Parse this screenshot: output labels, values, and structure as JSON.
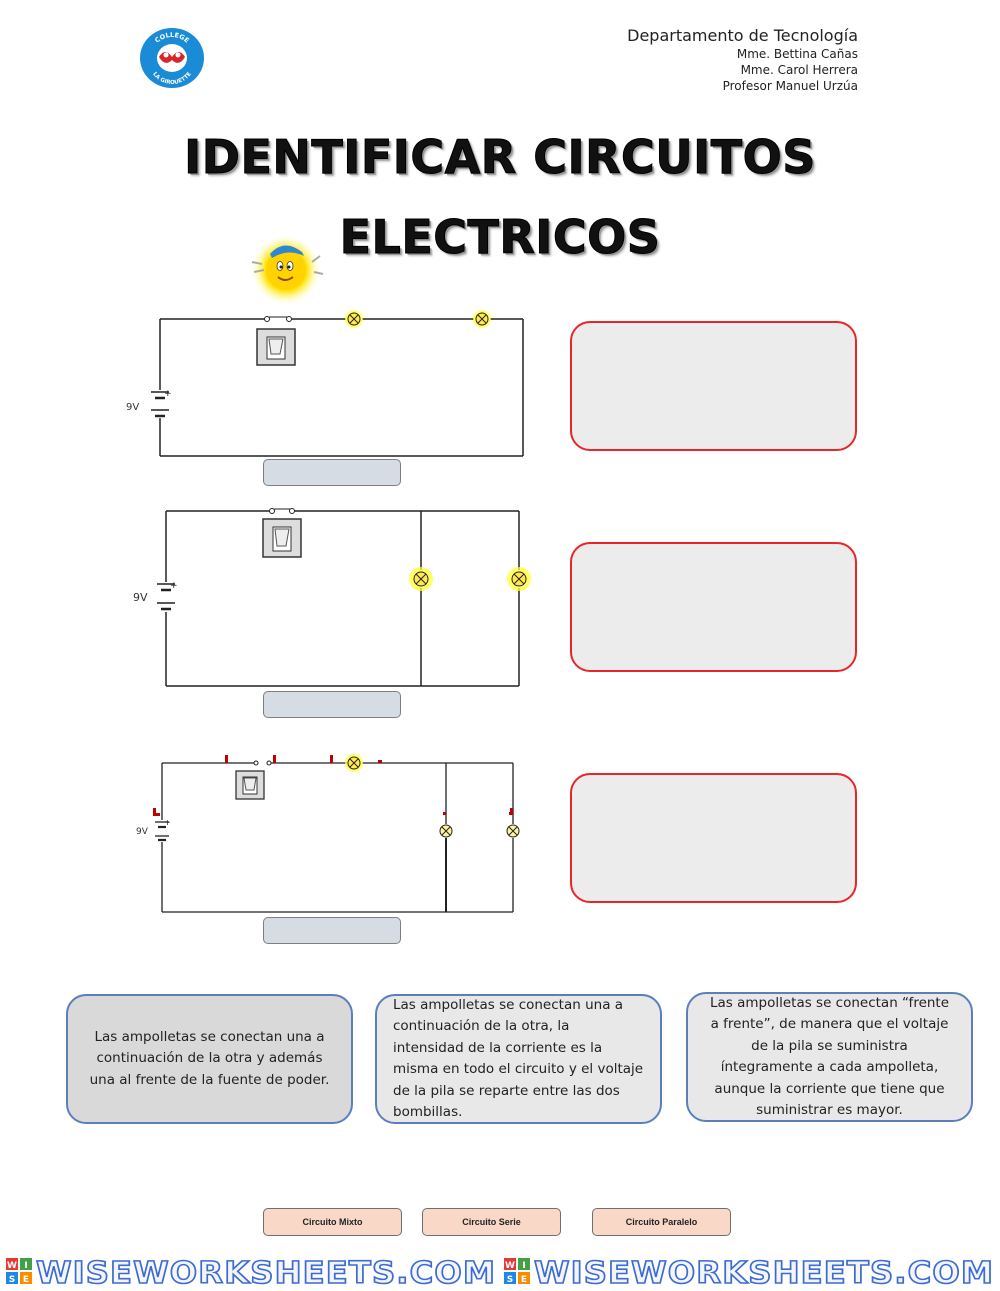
{
  "header": {
    "logo_top": "COLLEGE",
    "logo_bottom": "LA GIROUETTE",
    "department": "Departamento de Tecnología",
    "staff": [
      "Mme. Bettina Cañas",
      "Mme. Carol Herrera",
      "Profesor Manuel Urzúa"
    ]
  },
  "title": {
    "line1": "IDENTIFICAR CIRCUITOS",
    "line2": "ELECTRICOS"
  },
  "circuits": [
    {
      "voltage": "9V"
    },
    {
      "voltage": "9V"
    },
    {
      "voltage": "9V"
    }
  ],
  "descriptions": [
    "Las ampolletas se conectan una a continuación de la otra y además una al frente de la fuente de poder.",
    "Las ampolletas se conectan una a continuación de la otra, la intensidad de la corriente es la misma en todo el circuito y el voltaje de la pila se reparte entre las dos bombillas.",
    "Las ampolletas se conectan “frente a frente”, de manera que el voltaje de la pila se suministra íntegramente a cada ampolleta, aunque la corriente que tiene que suministrar es mayor."
  ],
  "options": [
    "Circuito Mixto",
    "Circuito Serie",
    "Circuito Paralelo"
  ],
  "footer": {
    "watermark": "WISEWORKSHEETS.COM",
    "badge_letters": [
      "W",
      "I",
      "S",
      "E"
    ]
  },
  "colors": {
    "answer_border": "#e8262a",
    "card_border": "#5b7fbd",
    "option_fill": "#f9d8c8",
    "drop_fill": "#d6dce4",
    "bulb_glow": "#ffff33"
  }
}
